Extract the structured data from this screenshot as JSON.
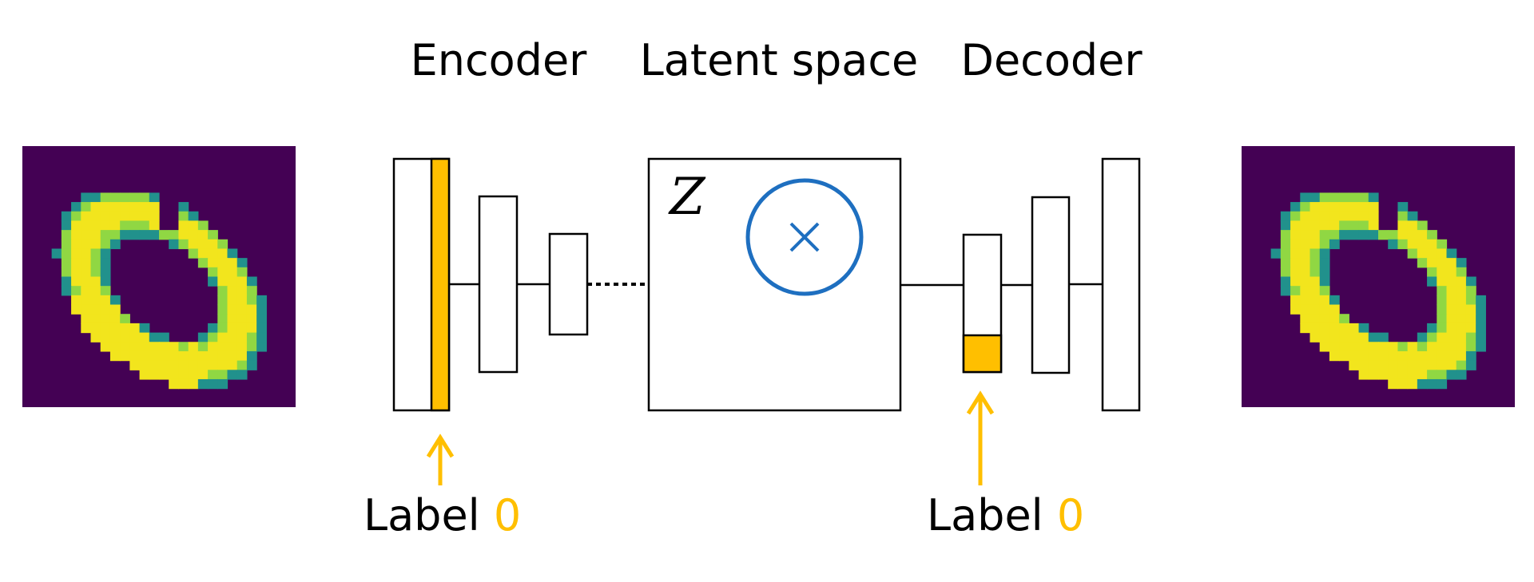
{
  "headers": {
    "encoder": "Encoder",
    "latent": "Latent space",
    "decoder": "Decoder"
  },
  "latent_symbol": "Z",
  "labels": {
    "encoder": {
      "text": "Label",
      "value": "0"
    },
    "decoder": {
      "text": "Label",
      "value": "0"
    }
  },
  "colors": {
    "label_accent": "#FFBF00",
    "latent_marker": "#1E6FC0",
    "image_bg": "#440154",
    "digit_edge": "#21918C",
    "digit_mid": "#90D743",
    "digit_fill": "#F2E51D"
  },
  "images": {
    "input": {
      "name": "input-digit-image",
      "glyph": "0"
    },
    "output": {
      "name": "output-digit-image",
      "glyph": "0"
    }
  }
}
